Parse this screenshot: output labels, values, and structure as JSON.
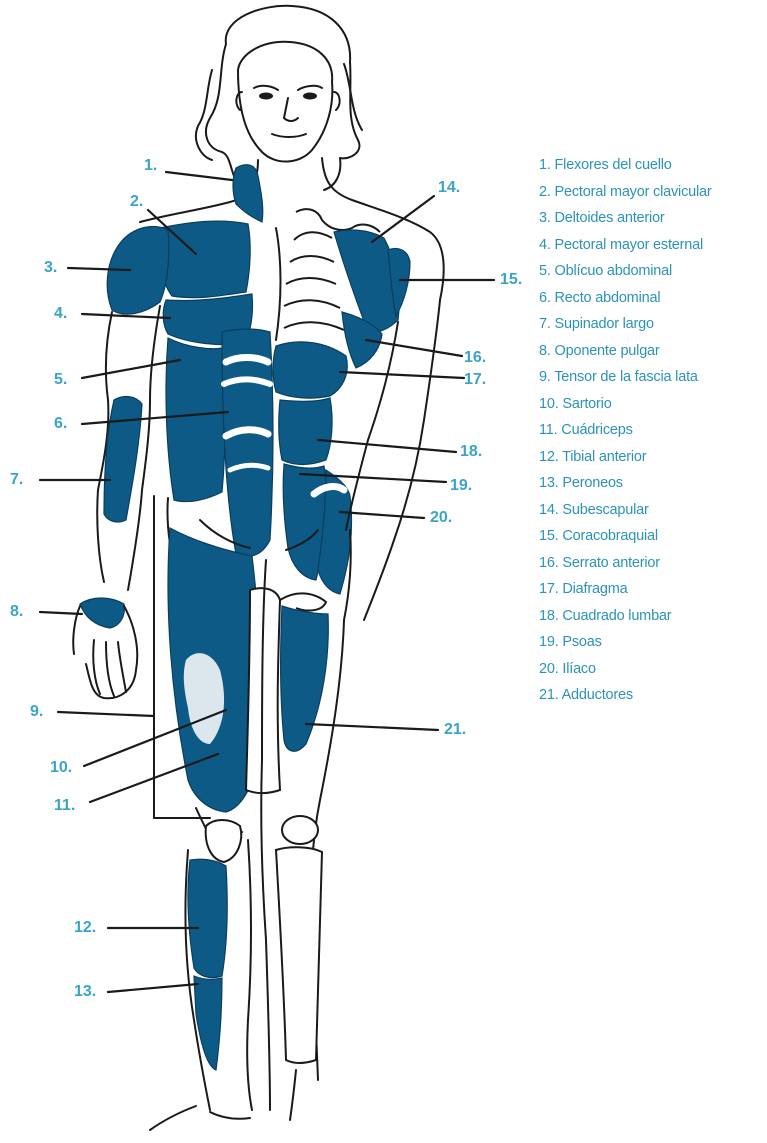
{
  "legend": [
    "1. Flexores del cuello",
    "2. Pectoral mayor clavicular",
    "3. Deltoides anterior",
    "4. Pectoral mayor esternal",
    "5. Oblícuo abdominal",
    "6. Recto abdominal",
    "7. Supinador largo",
    "8. Oponente pulgar",
    "9. Tensor de la fascia lata",
    "10. Sartorio",
    "11. Cuádriceps",
    "12. Tibial anterior",
    "13. Peroneos",
    "14. Subescapular",
    "15. Coracobraquial",
    "16. Serrato anterior",
    "17. Diafragma",
    "18. Cuadrado lumbar",
    "19. Psoas",
    "20. Ilíaco",
    "21. Adductores"
  ],
  "callouts": [
    "1.",
    "2.",
    "3.",
    "4.",
    "5.",
    "6.",
    "7.",
    "8.",
    "9.",
    "10.",
    "11.",
    "12.",
    "13.",
    "14.",
    "15.",
    "16.",
    "17.",
    "18.",
    "19.",
    "20.",
    "21."
  ],
  "colors": {
    "label": "#3aa4c8",
    "legend": "#2b93b8",
    "muscle": "#0e5a86",
    "outline": "#1a1a1a"
  }
}
